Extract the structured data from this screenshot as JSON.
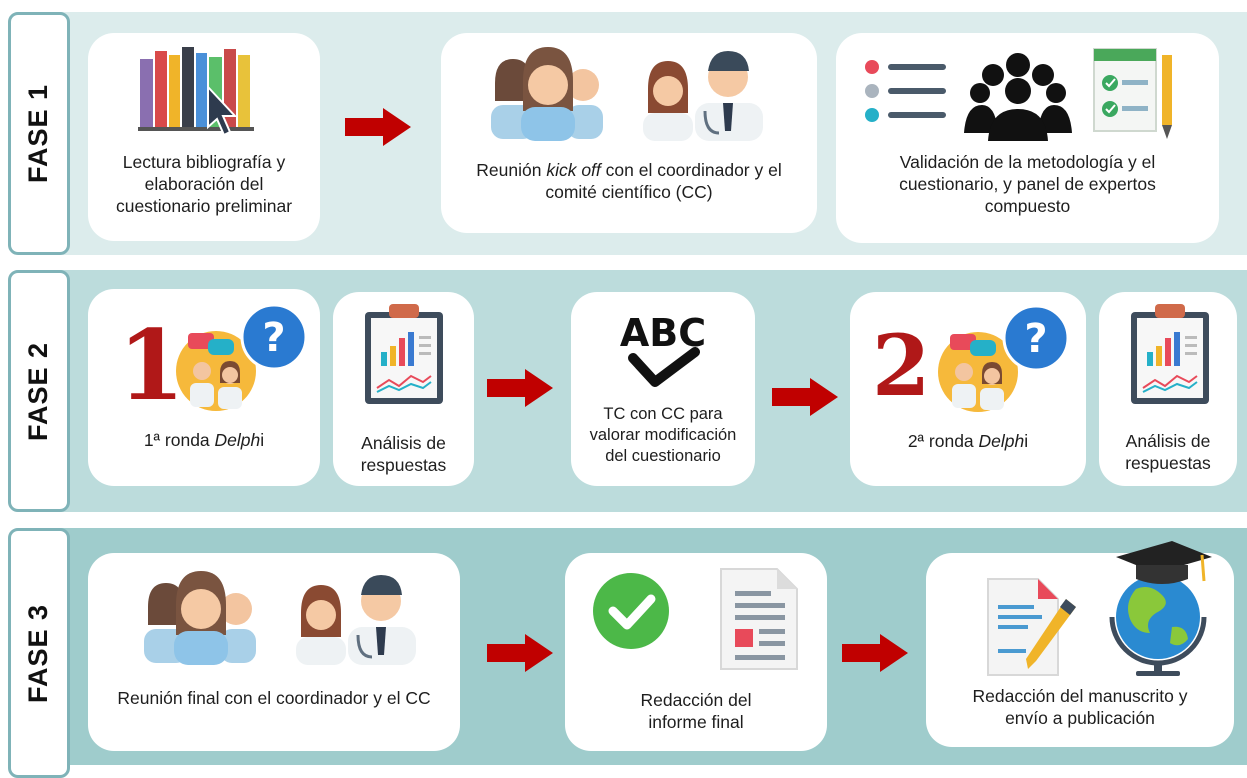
{
  "phases": [
    {
      "label": "FASE 1",
      "steps": [
        {
          "caption": "Lectura bibliografía y elaboración del cuestionario preliminar",
          "icon": "books-cursor-icon"
        },
        {
          "caption_pre": "Reunión ",
          "caption_em": "kick off",
          "caption_post": " con el coordinador y el comité científico (CC)",
          "icon": "team-doctors-icon"
        },
        {
          "caption": "Validación de la metodología y el cuestionario, y panel de expertos compuesto",
          "icon": "list-group-checklist-icon"
        }
      ]
    },
    {
      "label": "FASE 2",
      "steps": [
        {
          "number": "1",
          "caption_pre": "1ª ronda ",
          "caption_em": "Delph",
          "caption_post": "i",
          "icon": "doctors-question-icon"
        },
        {
          "caption": "Análisis de respuestas",
          "icon": "clipboard-chart-icon"
        },
        {
          "caption": "TC con CC para valorar modificación del cuestionario",
          "icon": "abc-check-icon",
          "icon_text": "ABC"
        },
        {
          "number": "2",
          "caption_pre": "2ª ronda ",
          "caption_em": "Delph",
          "caption_post": "i",
          "icon": "doctors-question-icon"
        },
        {
          "caption": "Análisis de respuestas",
          "icon": "clipboard-chart-icon"
        }
      ]
    },
    {
      "label": "FASE 3",
      "steps": [
        {
          "caption": "Reunión final con el coordinador y el CC",
          "icon": "team-doctors-icon"
        },
        {
          "caption": "Redacción del informe final",
          "icon": "check-document-icon"
        },
        {
          "caption": "Redacción del manuscrito y envío a publicación",
          "icon": "document-pen-globe-icon"
        }
      ]
    }
  ],
  "colors": {
    "band1": "#dcecec",
    "band2": "#bcdcdc",
    "band3": "#9fcccc",
    "arrow": "#c00000",
    "tab_border": "#7fb3b8"
  }
}
